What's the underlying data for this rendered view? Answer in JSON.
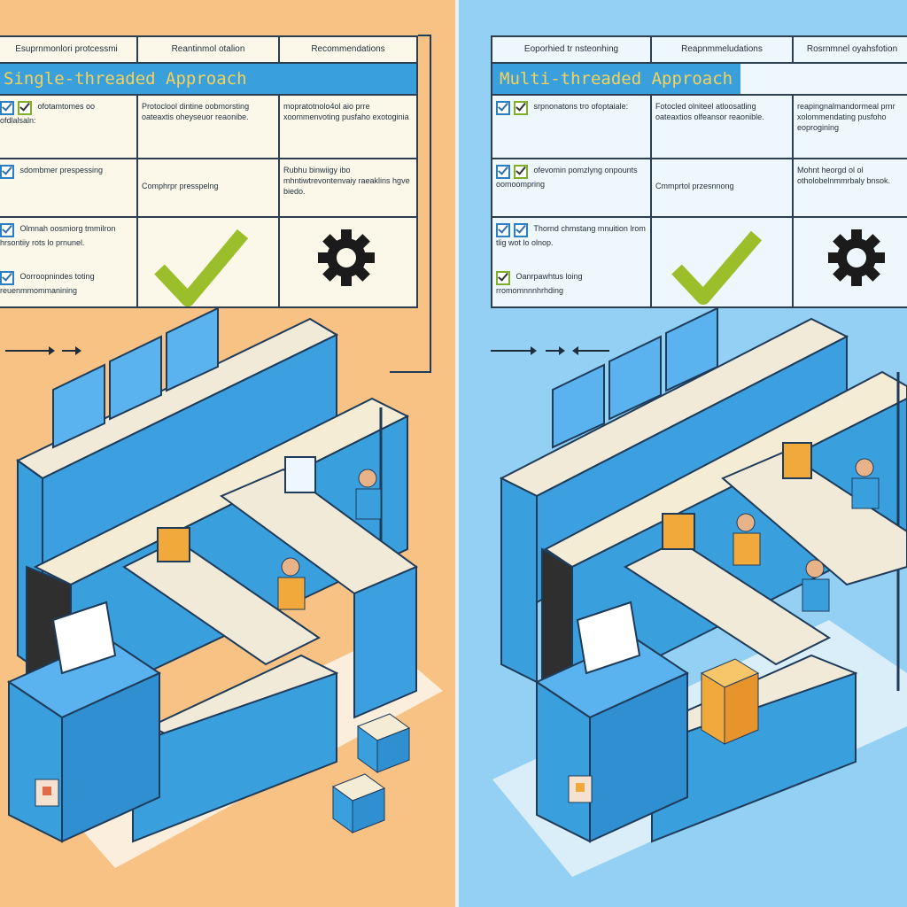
{
  "left": {
    "headers": [
      "Esuprnmonlori protcessmi",
      "Reantinmol otalion",
      "Recommendations"
    ],
    "title": "Single-threaded Approach",
    "rows": [
      {
        "col1": "ofotamtomes oo ofdlalsaln:",
        "col2": "Protoclool dintine oobmorsting oateaxtis oheyseuor reaonibe.",
        "col3": "mopratotnolo4ol aio prre xoommenvoting pusfaho exotoginia"
      },
      {
        "col1": "sdombmer prespessing",
        "col2": "Comphrpr presspelng",
        "col3": "Rubhu binwiigy ibo mhntiwtrevontenvaiy raeaklins hgve biedo."
      },
      {
        "col1": "Olmnah oosmiorg tmmilron hrsontiiy rots lo prnunel.",
        "col2": "",
        "col3": ""
      },
      {
        "col1": "Oorroopnindes toting reuenmmommanining",
        "col2": "",
        "col3": ""
      }
    ],
    "colors": {
      "background": "#f7c283",
      "accent": "#3aa0dd",
      "title_text": "#f2d25a",
      "check": "#9bbf2a"
    },
    "icons": [
      "checkbox-icon",
      "big-check-icon",
      "gear-icon",
      "arrow-icon"
    ]
  },
  "right": {
    "headers": [
      "Eoporhied tr nsteonhing",
      "Reapnmmeludations",
      "Rosrnmnel oyahsfotion"
    ],
    "title": "Multi-threaded Approach",
    "rows": [
      {
        "col1": "srpnonatons tro ofoptaiale:",
        "col2": "Fotocled olniteel atloosatling oateaxtios olfeansor reaonible.",
        "col3": "reapingnalmandormeal prnr xolommendating pusfoho eoprogining"
      },
      {
        "col1": "ofevomin pomzlyng onpounts oomoompring",
        "col2": "Cmmprtol przesnnong",
        "col3": "Mohnt heorgd ol ol otholobelnmmrbaly bnsok."
      },
      {
        "col1": "Thornd chmstang mnuition lrom tlig wot lo olnop.",
        "col2": "",
        "col3": ""
      },
      {
        "col1": "Oanrpawhtus loing rromomnnnhrhding",
        "col2": "",
        "col3": ""
      }
    ],
    "colors": {
      "background": "#93d0f3",
      "accent": "#3aa0dd",
      "title_text": "#f2d25a",
      "check": "#9bbf2a"
    },
    "icons": [
      "checkbox-icon",
      "big-check-icon",
      "gear-icon",
      "arrow-icon"
    ]
  }
}
